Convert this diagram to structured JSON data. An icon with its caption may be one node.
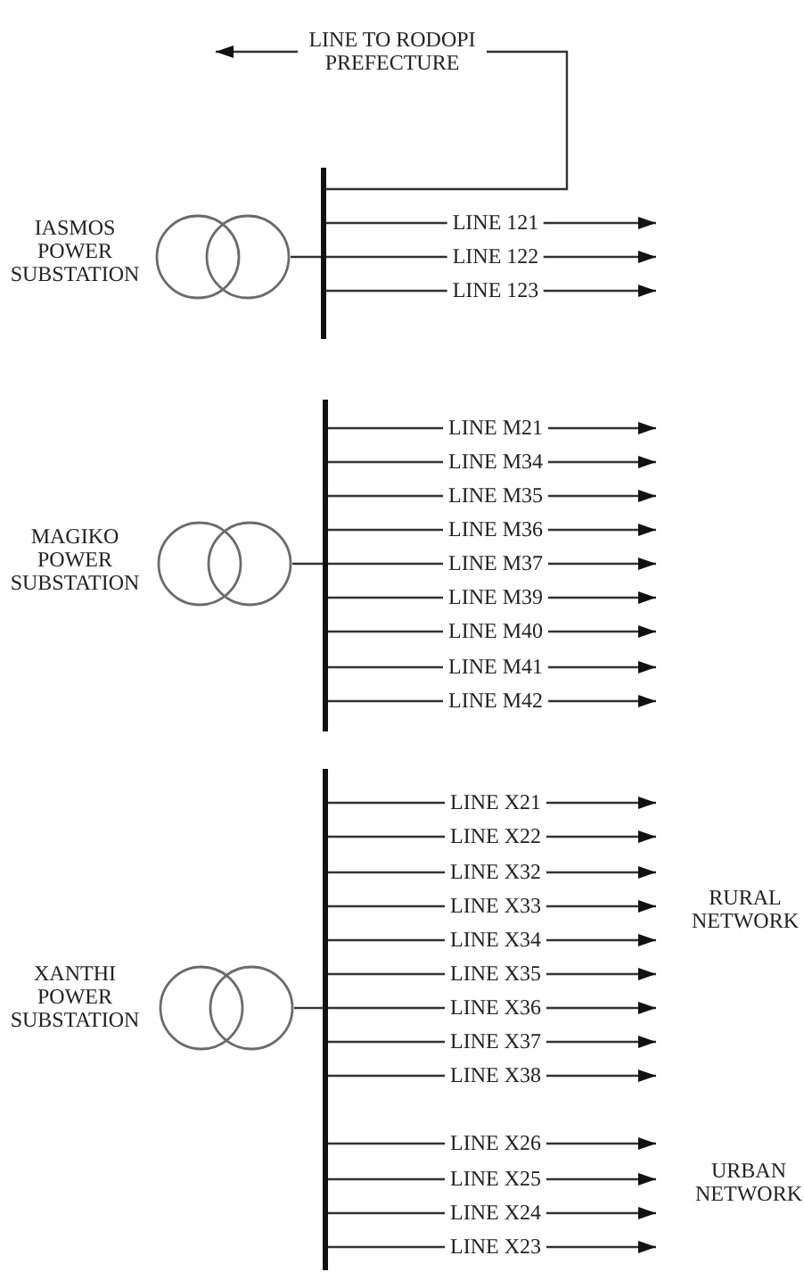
{
  "diagram": {
    "nodes": [
      {
        "text": [],
        "shape": "transformer",
        "beside": [
          "IASMOS POWER SUBSTATION"
        ]
      },
      {
        "text": [],
        "shape": "bar"
      },
      {
        "text": [],
        "shape": "transformer",
        "beside": [
          "MAGIKO POWER SUBSTATION"
        ]
      },
      {
        "text": [],
        "shape": "bar"
      },
      {
        "text": [],
        "shape": "transformer",
        "beside": [
          "XANTHI POWER SUBSTATION"
        ]
      },
      {
        "text": [],
        "shape": "bar"
      }
    ],
    "edges": [
      {
        "from": 0,
        "to": 1,
        "arrow": "none"
      },
      {
        "from": 1,
        "to": null,
        "arrow": "to",
        "label": "LINE TO RODOPI PREFECTURE"
      },
      {
        "from": 1,
        "to": null,
        "arrow": "to",
        "label": "LINE 121"
      },
      {
        "from": 1,
        "to": null,
        "arrow": "to",
        "label": "LINE 122"
      },
      {
        "from": 1,
        "to": null,
        "arrow": "to",
        "label": "LINE 123"
      },
      {
        "from": 2,
        "to": 3,
        "arrow": "none"
      },
      {
        "from": 3,
        "to": null,
        "arrow": "to",
        "label": "LINE M21"
      },
      {
        "from": 3,
        "to": null,
        "arrow": "to",
        "label": "LINE M34"
      },
      {
        "from": 3,
        "to": null,
        "arrow": "to",
        "label": "LINE M35"
      },
      {
        "from": 3,
        "to": null,
        "arrow": "to",
        "label": "LINE M36"
      },
      {
        "from": 3,
        "to": null,
        "arrow": "to",
        "label": "LINE M37"
      },
      {
        "from": 3,
        "to": null,
        "arrow": "to",
        "label": "LINE M39"
      },
      {
        "from": 3,
        "to": null,
        "arrow": "to",
        "label": "LINE M40"
      },
      {
        "from": 3,
        "to": null,
        "arrow": "to",
        "label": "LINE M41"
      },
      {
        "from": 3,
        "to": null,
        "arrow": "to",
        "label": "LINE M42"
      },
      {
        "from": 4,
        "to": 5,
        "arrow": "none"
      },
      {
        "from": 5,
        "to": null,
        "arrow": "to",
        "label": "LINE X21"
      },
      {
        "from": 5,
        "to": null,
        "arrow": "to",
        "label": "LINE X22"
      },
      {
        "from": 5,
        "to": null,
        "arrow": "to",
        "label": "LINE X32"
      },
      {
        "from": 5,
        "to": null,
        "arrow": "to",
        "label": "LINE X33"
      },
      {
        "from": 5,
        "to": null,
        "arrow": "to",
        "label": "LINE X34"
      },
      {
        "from": 5,
        "to": null,
        "arrow": "to",
        "label": "LINE X35"
      },
      {
        "from": 5,
        "to": null,
        "arrow": "to",
        "label": "LINE X36"
      },
      {
        "from": 5,
        "to": null,
        "arrow": "to",
        "label": "LINE X37"
      },
      {
        "from": 5,
        "to": null,
        "arrow": "to",
        "label": "LINE X38"
      },
      {
        "from": 5,
        "to": null,
        "arrow": "to",
        "label": "LINE X26"
      },
      {
        "from": 5,
        "to": null,
        "arrow": "to",
        "label": "LINE X25"
      },
      {
        "from": 5,
        "to": null,
        "arrow": "to",
        "label": "LINE X24"
      },
      {
        "from": 5,
        "to": null,
        "arrow": "to",
        "label": "LINE X23"
      }
    ],
    "labels": [
      "RURAL NETWORK",
      "URBAN NETWORK"
    ]
  }
}
